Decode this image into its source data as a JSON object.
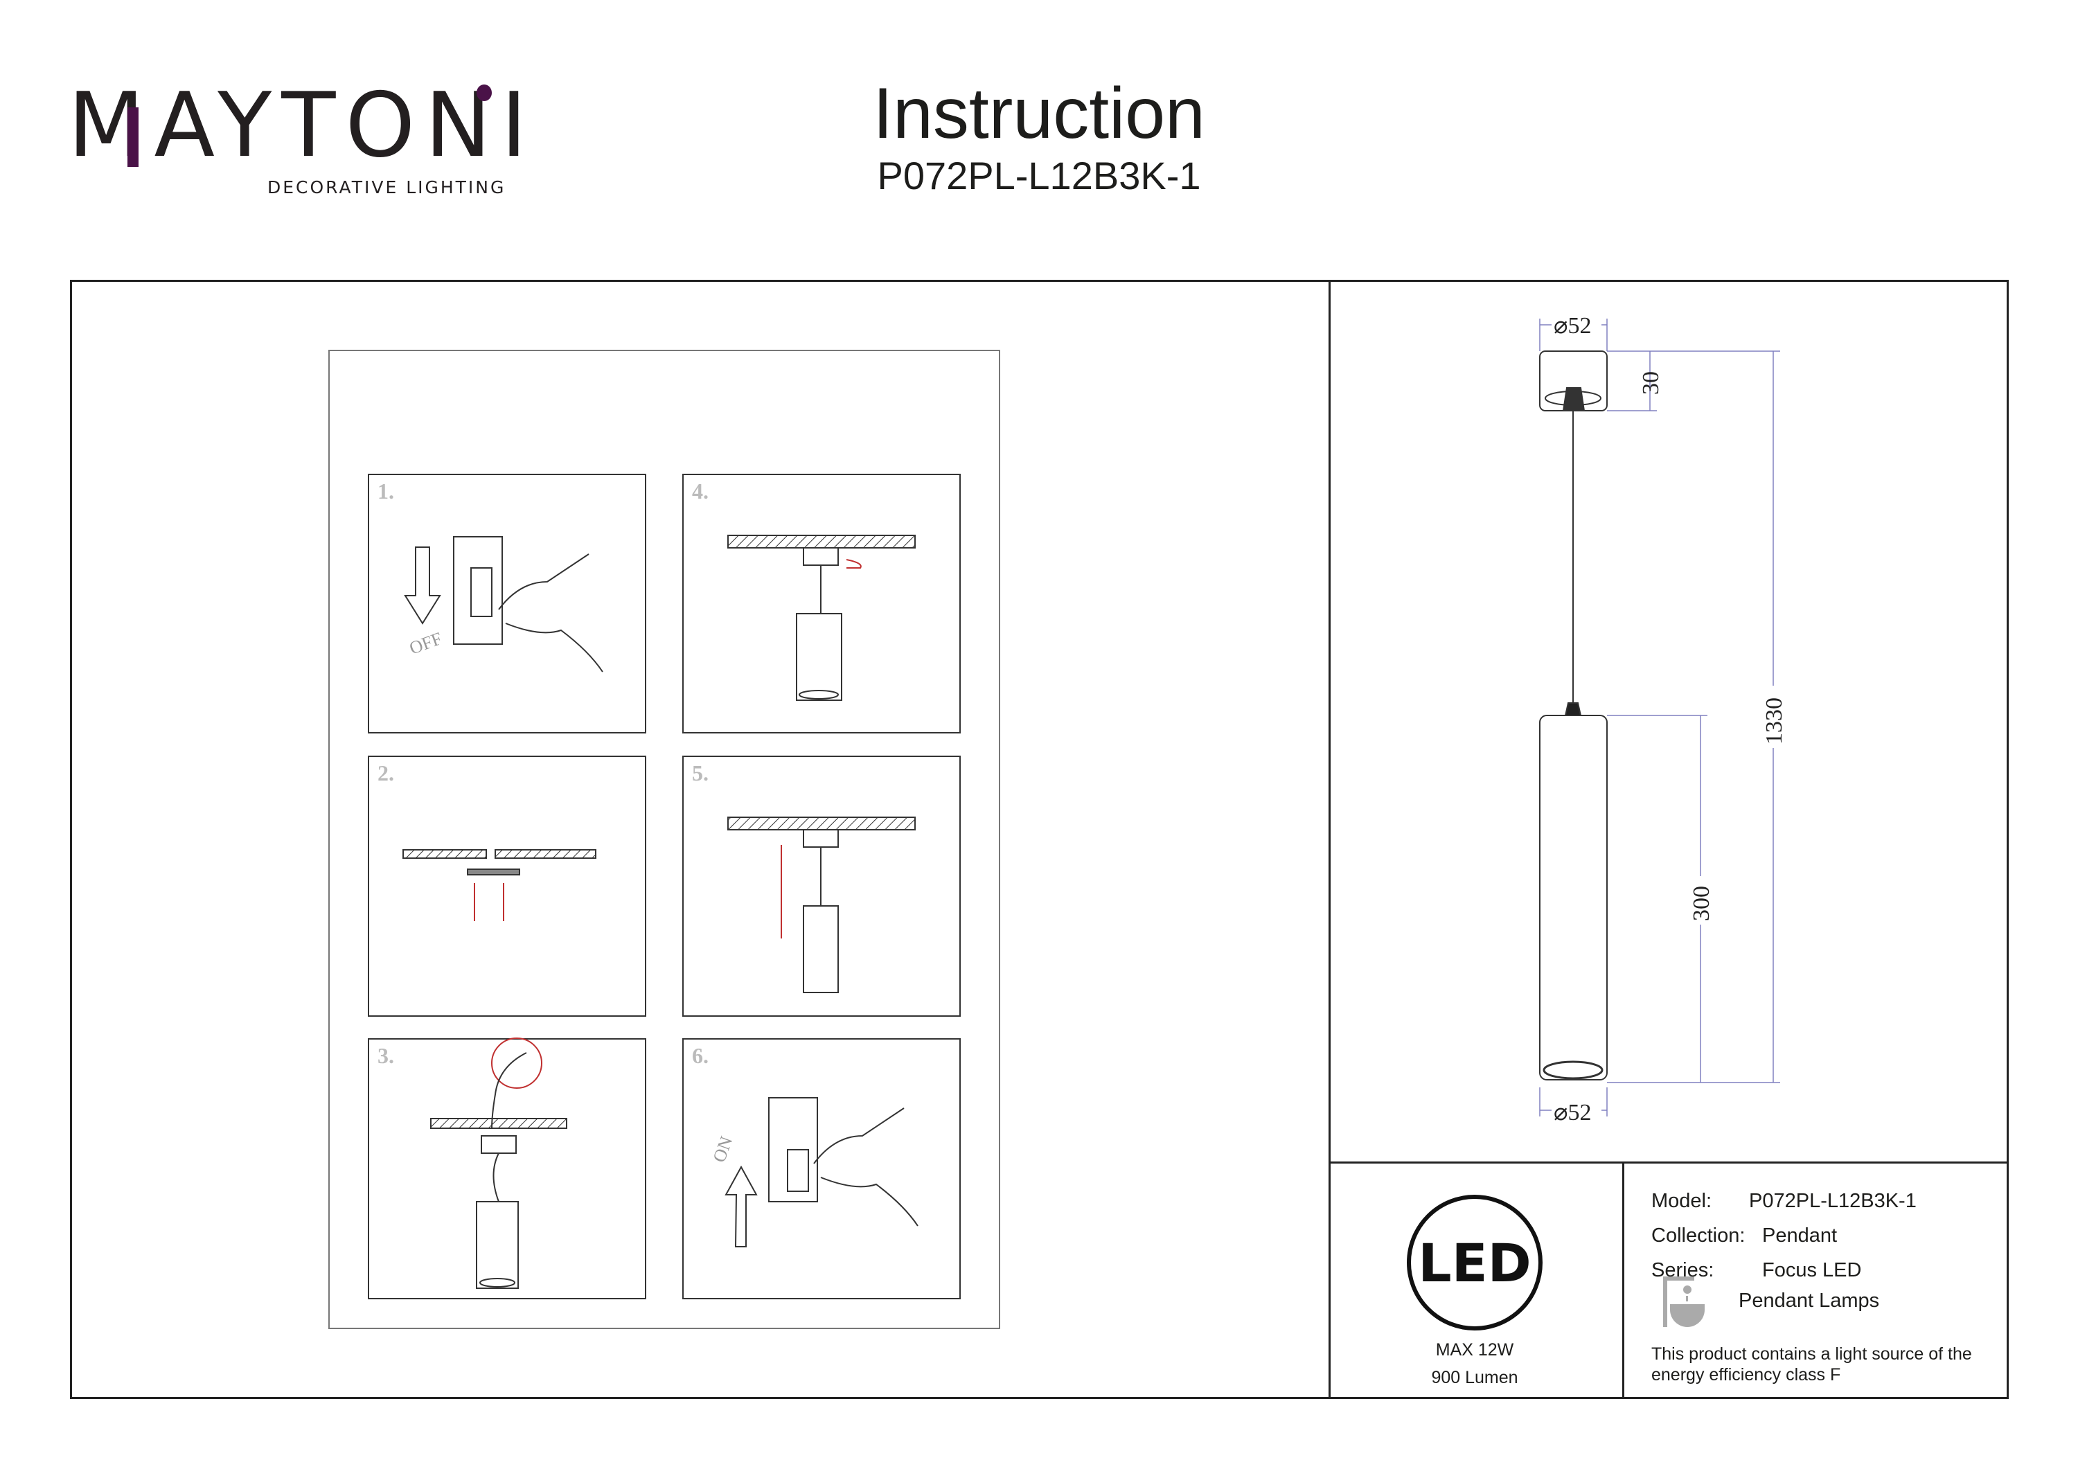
{
  "brand": {
    "name": "MAYTONI",
    "tagline": "DECORATIVE LIGHTING",
    "accent_color": "#4a1248"
  },
  "header": {
    "title": "Instruction",
    "model": "P072PL-L12B3K-1"
  },
  "steps": [
    {
      "number": "1.",
      "label": "OFF",
      "icon": "switch-off-icon"
    },
    {
      "number": "2.",
      "icon": "ceiling-mount-icon"
    },
    {
      "number": "3.",
      "icon": "wiring-icon"
    },
    {
      "number": "4.",
      "icon": "mount-canopy-icon"
    },
    {
      "number": "5.",
      "icon": "adjust-height-icon"
    },
    {
      "number": "6.",
      "label": "ON",
      "icon": "switch-on-icon"
    }
  ],
  "dimensions": {
    "top_diameter": "⌀52",
    "canopy_height": "30",
    "total_height": "1330",
    "body_height": "300",
    "bottom_diameter": "⌀52"
  },
  "specs": {
    "led_label": "LED",
    "power": "MAX 12W",
    "lumen": "900 Lumen",
    "model_label": "Model:",
    "model_value": "P072PL-L12B3K-1",
    "collection_label": "Collection:",
    "collection_value": "Pendant",
    "series_label": "Series:",
    "series_value": "Focus LED",
    "category": "Pendant Lamps",
    "energy_note": "This product contains a light source of the energy efficiency class F"
  }
}
